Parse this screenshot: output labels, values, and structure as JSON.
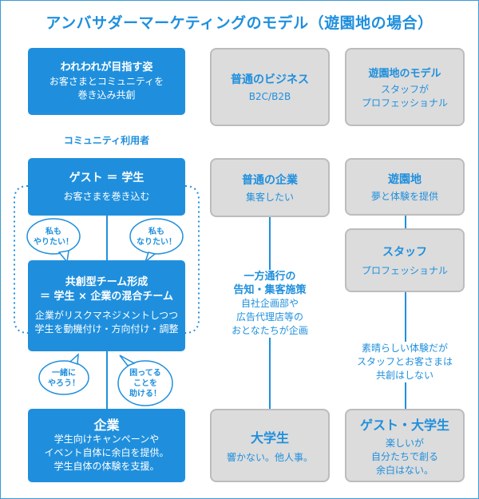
{
  "title": "アンバサダーマーケティングのモデル（遊園地の場合）",
  "left": {
    "goal": {
      "title": "われわれが目指す姿",
      "lines": [
        "お客さまとコミュニティを",
        "巻き込み共創"
      ]
    },
    "community_label": "コミュニティ利用者",
    "guest": {
      "title": "ゲスト ＝ 学生",
      "sub": "お客さまを巻き込む"
    },
    "bubble_left": [
      "私も",
      "やりたい！"
    ],
    "bubble_right": [
      "私も",
      "なりたい！"
    ],
    "team": {
      "title1": "共創型チーム形成",
      "title2": "＝ 学生 × 企業の混合チーム",
      "lines": [
        "企業がリスクマネジメントしつつ",
        "学生を動機付け・方向付け・調整"
      ]
    },
    "bubble_bottom_left": [
      "一緒に",
      "やろう！"
    ],
    "bubble_bottom_right": [
      "困ってる",
      "ことを",
      "助ける！"
    ],
    "company": {
      "title": "企業",
      "lines": [
        "学生向けキャンペーンや",
        "イベント自体に余白を提供。",
        "学生自体の体験を支援。"
      ]
    }
  },
  "middle": {
    "business": {
      "title": "普通のビジネス",
      "sub": "B2C/B2B"
    },
    "company": {
      "title": "普通の企業",
      "sub": "集客したい"
    },
    "label": {
      "title1": "一方通行の",
      "title2": "告知・集客施策",
      "lines": [
        "自社企画部や",
        "広告代理店等の",
        "おとなたちが企画"
      ]
    },
    "student": {
      "title": "大学生",
      "sub": "響かない。他人事。"
    }
  },
  "right": {
    "model": {
      "title": "遊園地のモデル",
      "lines": [
        "スタッフが",
        "プロフェッショナル"
      ]
    },
    "park": {
      "title": "遊園地",
      "sub": "夢と体験を提供"
    },
    "staff": {
      "title": "スタッフ",
      "sub": "プロフェッショナル"
    },
    "label": {
      "lines": [
        "素晴らしい体験だが",
        "スタッフとお客さまは",
        "共創はしない"
      ]
    },
    "guest": {
      "title": "ゲスト・大学生",
      "lines": [
        "楽しいが",
        "自分たちで創る",
        "余白はない。"
      ]
    }
  },
  "colors": {
    "accent": "#1f8fdd",
    "gray_box": "#dcdcdc",
    "gray_border": "#bcbcbc"
  }
}
